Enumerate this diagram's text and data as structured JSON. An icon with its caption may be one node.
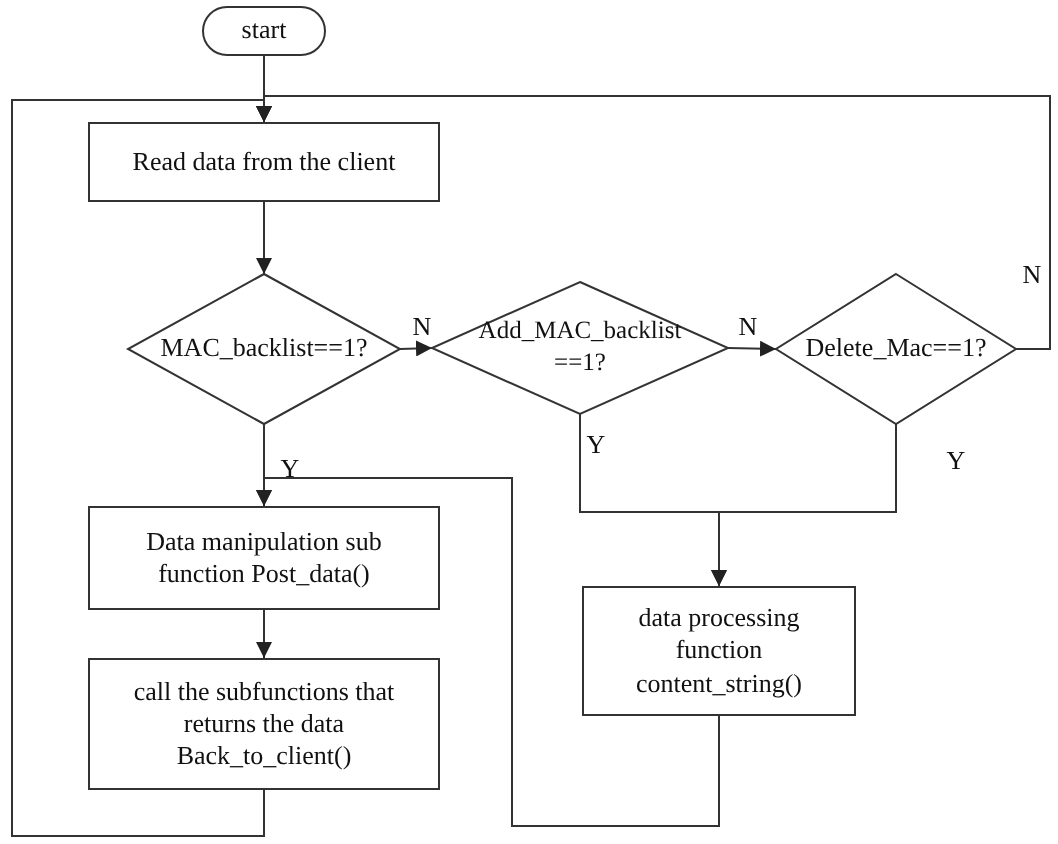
{
  "diagram": {
    "nodes": [
      {
        "text": [
          "start"
        ]
      },
      {
        "text": [
          "Read data from the client"
        ]
      },
      {
        "text": [
          "MAC_backlist==1?"
        ]
      },
      {
        "text": [
          "Add_MAC_backlist ==1?"
        ]
      },
      {
        "text": [
          "Delete_Mac==1?"
        ]
      },
      {
        "text": [
          "Data manipulation sub function Post_data()"
        ]
      },
      {
        "text": [
          "call the subfunctions that returns the data Back_to_client()"
        ]
      },
      {
        "text": [
          "data processing function content_string()"
        ]
      }
    ],
    "edges": [
      {
        "from": 0,
        "to": 1,
        "arrow": "to"
      },
      {
        "from": 1,
        "to": 2,
        "arrow": "to"
      },
      {
        "from": 2,
        "to": 3,
        "arrow": "to",
        "label": "N"
      },
      {
        "from": 3,
        "to": 4,
        "arrow": "to",
        "label": "N"
      },
      {
        "from": 4,
        "to": 1,
        "arrow": "to",
        "label": "N"
      },
      {
        "from": 2,
        "to": 5,
        "arrow": "to",
        "label": "Y"
      },
      {
        "from": 3,
        "to": 7,
        "arrow": "to",
        "label": "Y"
      },
      {
        "from": 4,
        "to": 7,
        "arrow": "to",
        "label": "Y"
      },
      {
        "from": 5,
        "to": 6,
        "arrow": "to"
      },
      {
        "from": 6,
        "to": 1,
        "arrow": "to"
      },
      {
        "from": 7,
        "to": 5,
        "arrow": "to"
      }
    ]
  }
}
